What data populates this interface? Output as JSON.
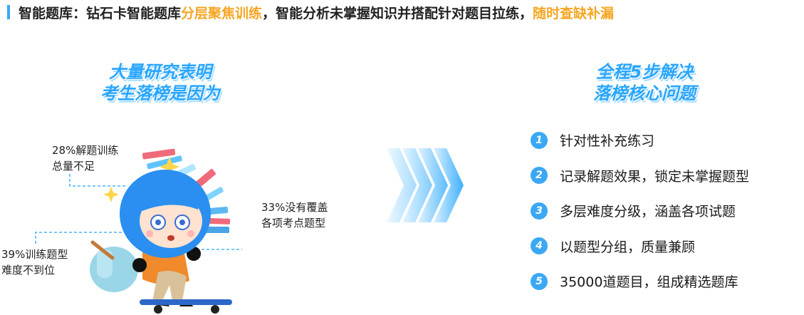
{
  "header": {
    "part1": "智能题库：钻石卡智能题库",
    "highlight1": "分层聚焦训练",
    "part2": "，智能分析未掌握知识并搭配针对题目拉练，",
    "highlight2": "随时查缺补漏"
  },
  "left": {
    "title_line1": "大量研究表明",
    "title_line2": "考生落榜是因为",
    "reasons": [
      {
        "line1": "28%解题训练",
        "line2": "总量不足"
      },
      {
        "line1": "33%没有覆盖",
        "line2": "各项考点题型"
      },
      {
        "line1": "39%训练题型",
        "line2": "难度不到位"
      }
    ]
  },
  "right": {
    "title_line1": "全程5步解决",
    "title_line2": "落榜核心问题",
    "steps": [
      {
        "num": "1",
        "text": "针对性补充练习"
      },
      {
        "num": "2",
        "text": "记录解题效果，锁定未掌握题型"
      },
      {
        "num": "3",
        "text": "多层难度分级，涵盖各项试题"
      },
      {
        "num": "4",
        "text": "以题型分组，质量兼顾"
      },
      {
        "num": "5",
        "text": "35000道题目，组成精选题库"
      }
    ]
  },
  "colors": {
    "accent": "#2aa6ff",
    "highlight": "#f5a623",
    "step_circle": "#3aa8f5"
  }
}
